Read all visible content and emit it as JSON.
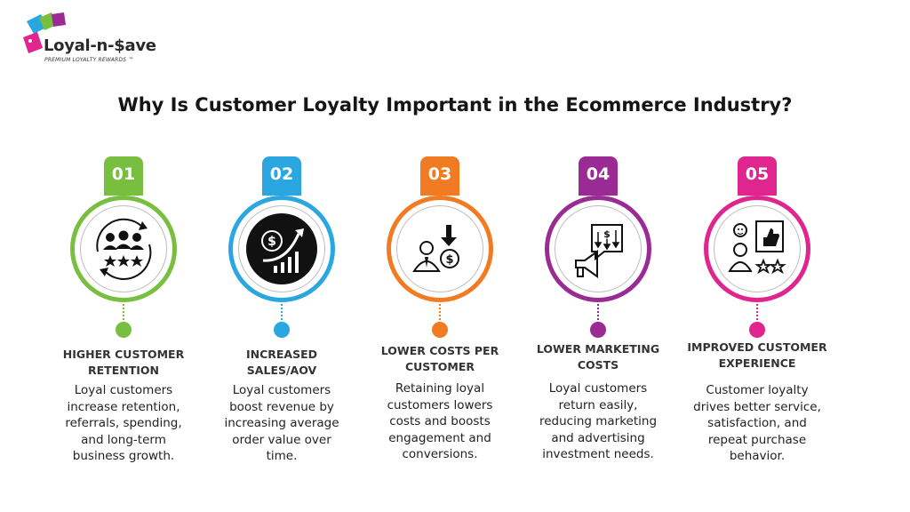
{
  "brand": {
    "name": "Loyal-n-$ave",
    "tagline": "PREMIUM LOYALTY REWARDS ™"
  },
  "title": "Why Is Customer Loyalty Important in the Ecommerce Industry?",
  "colors": {
    "green": "#78bf3f",
    "blue": "#2aa7e0",
    "orange": "#f07b22",
    "purple": "#9b2b94",
    "pink": "#e0258e"
  },
  "items": [
    {
      "number": "01",
      "heading_1": "HIGHER CUSTOMER",
      "heading_2": "RETENTION",
      "desc_1": "Loyal customers",
      "desc_2": "increase retention,",
      "desc_3": "referrals, spending,",
      "desc_4": "and long-term",
      "desc_5": "business growth.",
      "icon": "group-rating-icon"
    },
    {
      "number": "02",
      "heading_1": "INCREASED",
      "heading_2": "SALES/AOV",
      "desc_1": "Loyal customers",
      "desc_2": "boost revenue by",
      "desc_3": "increasing average",
      "desc_4": "order value over",
      "desc_5": "time.",
      "icon": "revenue-growth-icon"
    },
    {
      "number": "03",
      "heading_1": "LOWER COSTS PER",
      "heading_2": "CUSTOMER",
      "desc_1": "Retaining loyal",
      "desc_2": "customers lowers",
      "desc_3": "costs and boosts",
      "desc_4": "engagement and",
      "desc_5": "conversions.",
      "icon": "cost-reduction-icon"
    },
    {
      "number": "04",
      "heading_1": "LOWER MARKETING",
      "heading_2": "COSTS",
      "desc_1": "Loyal customers",
      "desc_2": "return easily,",
      "desc_3": "reducing marketing",
      "desc_4": "and advertising",
      "desc_5": "investment needs.",
      "icon": "megaphone-savings-icon"
    },
    {
      "number": "05",
      "heading_1": "IMPROVED CUSTOMER",
      "heading_2": "EXPERIENCE",
      "desc_1": "Customer loyalty",
      "desc_2": "drives better service,",
      "desc_3": "satisfaction, and",
      "desc_4": "repeat purchase",
      "desc_5": "behavior.",
      "icon": "customer-feedback-icon"
    }
  ]
}
